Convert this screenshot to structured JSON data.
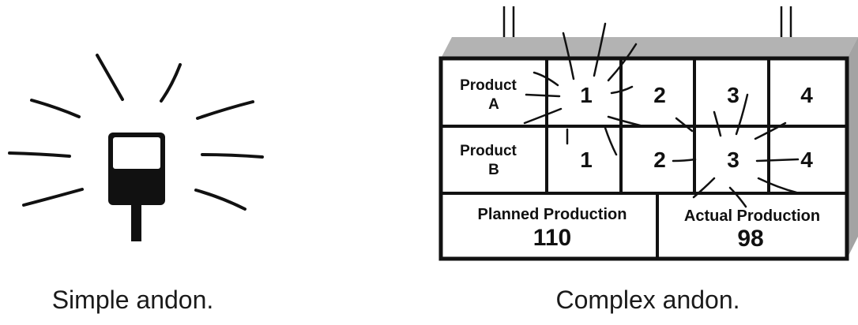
{
  "captions": {
    "simple": "Simple andon.",
    "complex": "Complex andon."
  },
  "board": {
    "rows": [
      {
        "product_line1": "Product",
        "product_line2": "A",
        "cells": [
          "1",
          "2",
          "3",
          "4"
        ],
        "lit_cell": "1"
      },
      {
        "product_line1": "Product",
        "product_line2": "B",
        "cells": [
          "1",
          "2",
          "3",
          "4"
        ],
        "lit_cell": "3"
      }
    ],
    "planned": {
      "label": "Planned Production",
      "value": "110"
    },
    "actual": {
      "label": "Actual Production",
      "value": "98"
    }
  },
  "colors": {
    "ink": "#111111",
    "board_side": "#bdbdbd",
    "board_top": "#9e9e9e",
    "background": "#ffffff"
  }
}
